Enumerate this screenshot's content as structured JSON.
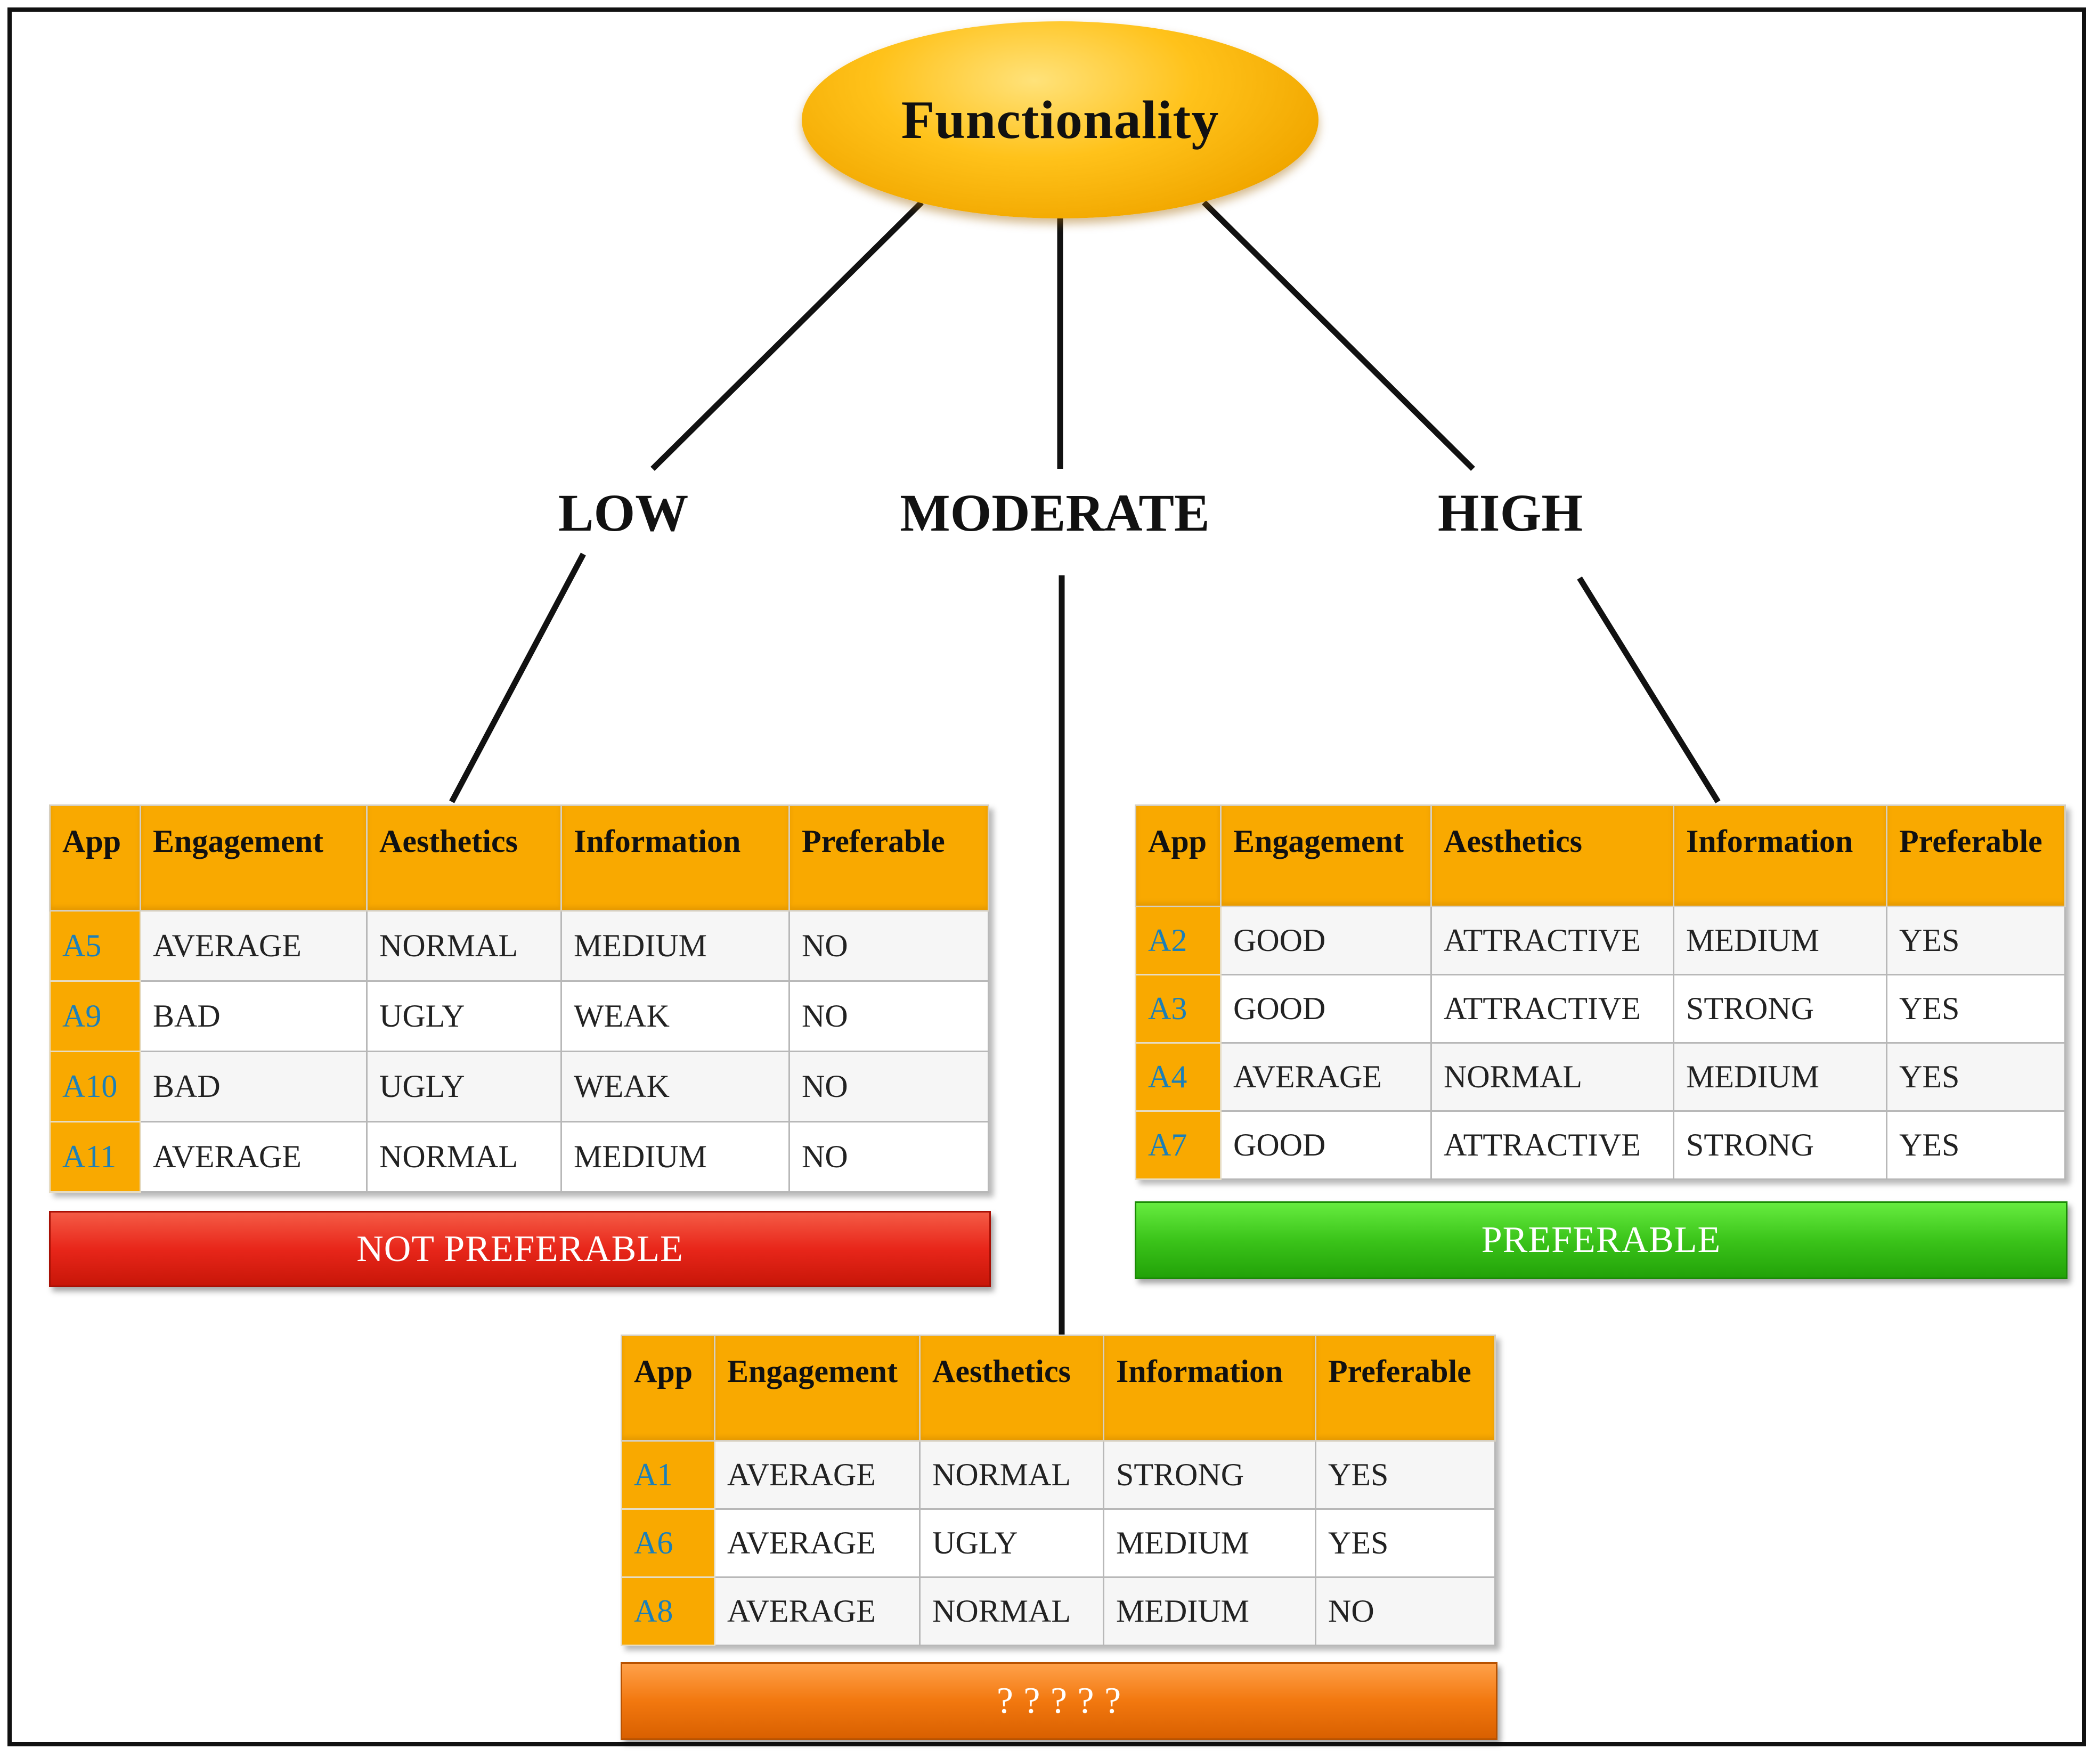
{
  "root": {
    "label": "Functionality"
  },
  "levels": {
    "low": "LOW",
    "moderate": "MODERATE",
    "high": "HIGH"
  },
  "columns": [
    "App",
    "Engagement",
    "Aesthetics",
    "Information",
    "Preferable"
  ],
  "tables": {
    "low": {
      "rows": [
        [
          "A5",
          "AVERAGE",
          "NORMAL",
          "MEDIUM",
          "NO"
        ],
        [
          "A9",
          "BAD",
          "UGLY",
          "WEAK",
          "NO"
        ],
        [
          "A10",
          "BAD",
          "UGLY",
          "WEAK",
          "NO"
        ],
        [
          "A11",
          "AVERAGE",
          "NORMAL",
          "MEDIUM",
          "NO"
        ]
      ],
      "outcome": "NOT PREFERABLE",
      "outcome_color": "#e8261a"
    },
    "high": {
      "rows": [
        [
          "A2",
          "GOOD",
          "ATTRACTIVE",
          "MEDIUM",
          "YES"
        ],
        [
          "A3",
          "GOOD",
          "ATTRACTIVE",
          "STRONG",
          "YES"
        ],
        [
          "A4",
          "AVERAGE",
          "NORMAL",
          "MEDIUM",
          "YES"
        ],
        [
          "A7",
          "GOOD",
          "ATTRACTIVE",
          "STRONG",
          "YES"
        ]
      ],
      "outcome": "PREFERABLE",
      "outcome_color": "#3bc41a"
    },
    "moderate": {
      "rows": [
        [
          "A1",
          "AVERAGE",
          "NORMAL",
          "STRONG",
          "YES"
        ],
        [
          "A6",
          "AVERAGE",
          "UGLY",
          "MEDIUM",
          "YES"
        ],
        [
          "A8",
          "AVERAGE",
          "NORMAL",
          "MEDIUM",
          "NO"
        ]
      ],
      "outcome": "? ? ? ? ?",
      "outcome_color": "#f2780f"
    }
  },
  "colors": {
    "header": "#f9a900",
    "app_id_text": "#1b7fb8",
    "root_fill": "#ffc21a"
  }
}
